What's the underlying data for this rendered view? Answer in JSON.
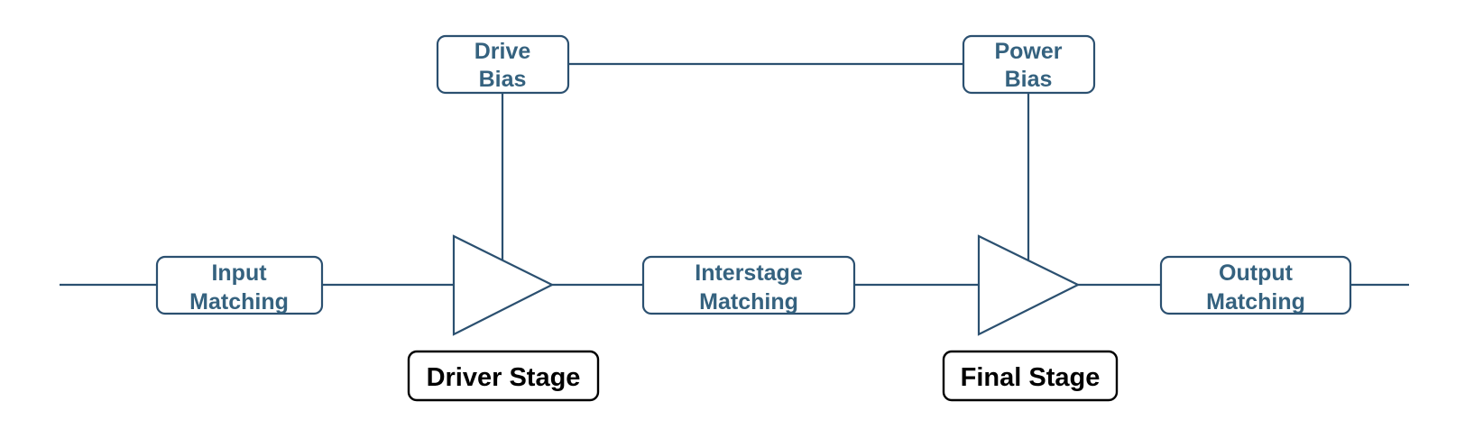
{
  "blocks": {
    "drive_bias": {
      "line1": "Drive",
      "line2": "Bias"
    },
    "power_bias": {
      "line1": "Power",
      "line2": "Bias"
    },
    "input_matching": {
      "line1": "Input",
      "line2": "Matching"
    },
    "interstage_matching": {
      "line1": "Interstage",
      "line2": "Matching"
    },
    "output_matching": {
      "line1": "Output",
      "line2": "Matching"
    }
  },
  "stages": {
    "driver": "Driver Stage",
    "final": "Final Stage"
  },
  "colors": {
    "line": "#2b5070",
    "block_text": "#35627f",
    "stage_text": "#000000"
  }
}
